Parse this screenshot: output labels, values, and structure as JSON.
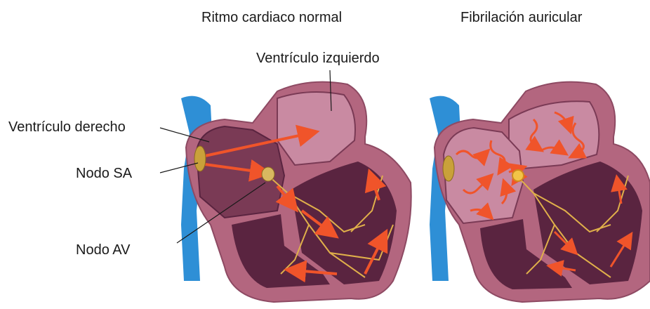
{
  "titles": {
    "normal": "Ritmo cardiaco normal",
    "afib": "Fibrilación auricular"
  },
  "labels": {
    "left_ventricle": "Ventrículo izquierdo",
    "right_ventricle": "Ventrículo derecho",
    "sa_node": "Nodo SA",
    "av_node": "Nodo AV"
  },
  "colors": {
    "heart_outer": "#b3667f",
    "heart_inner": "#7a3a55",
    "chamber_dark": "#5a2440",
    "chamber_light": "#c98aa2",
    "vessel": "#2e8fd6",
    "conduction": "#e0b04a",
    "signal_arrow": "#f0542a",
    "node": "#c9a13a"
  }
}
